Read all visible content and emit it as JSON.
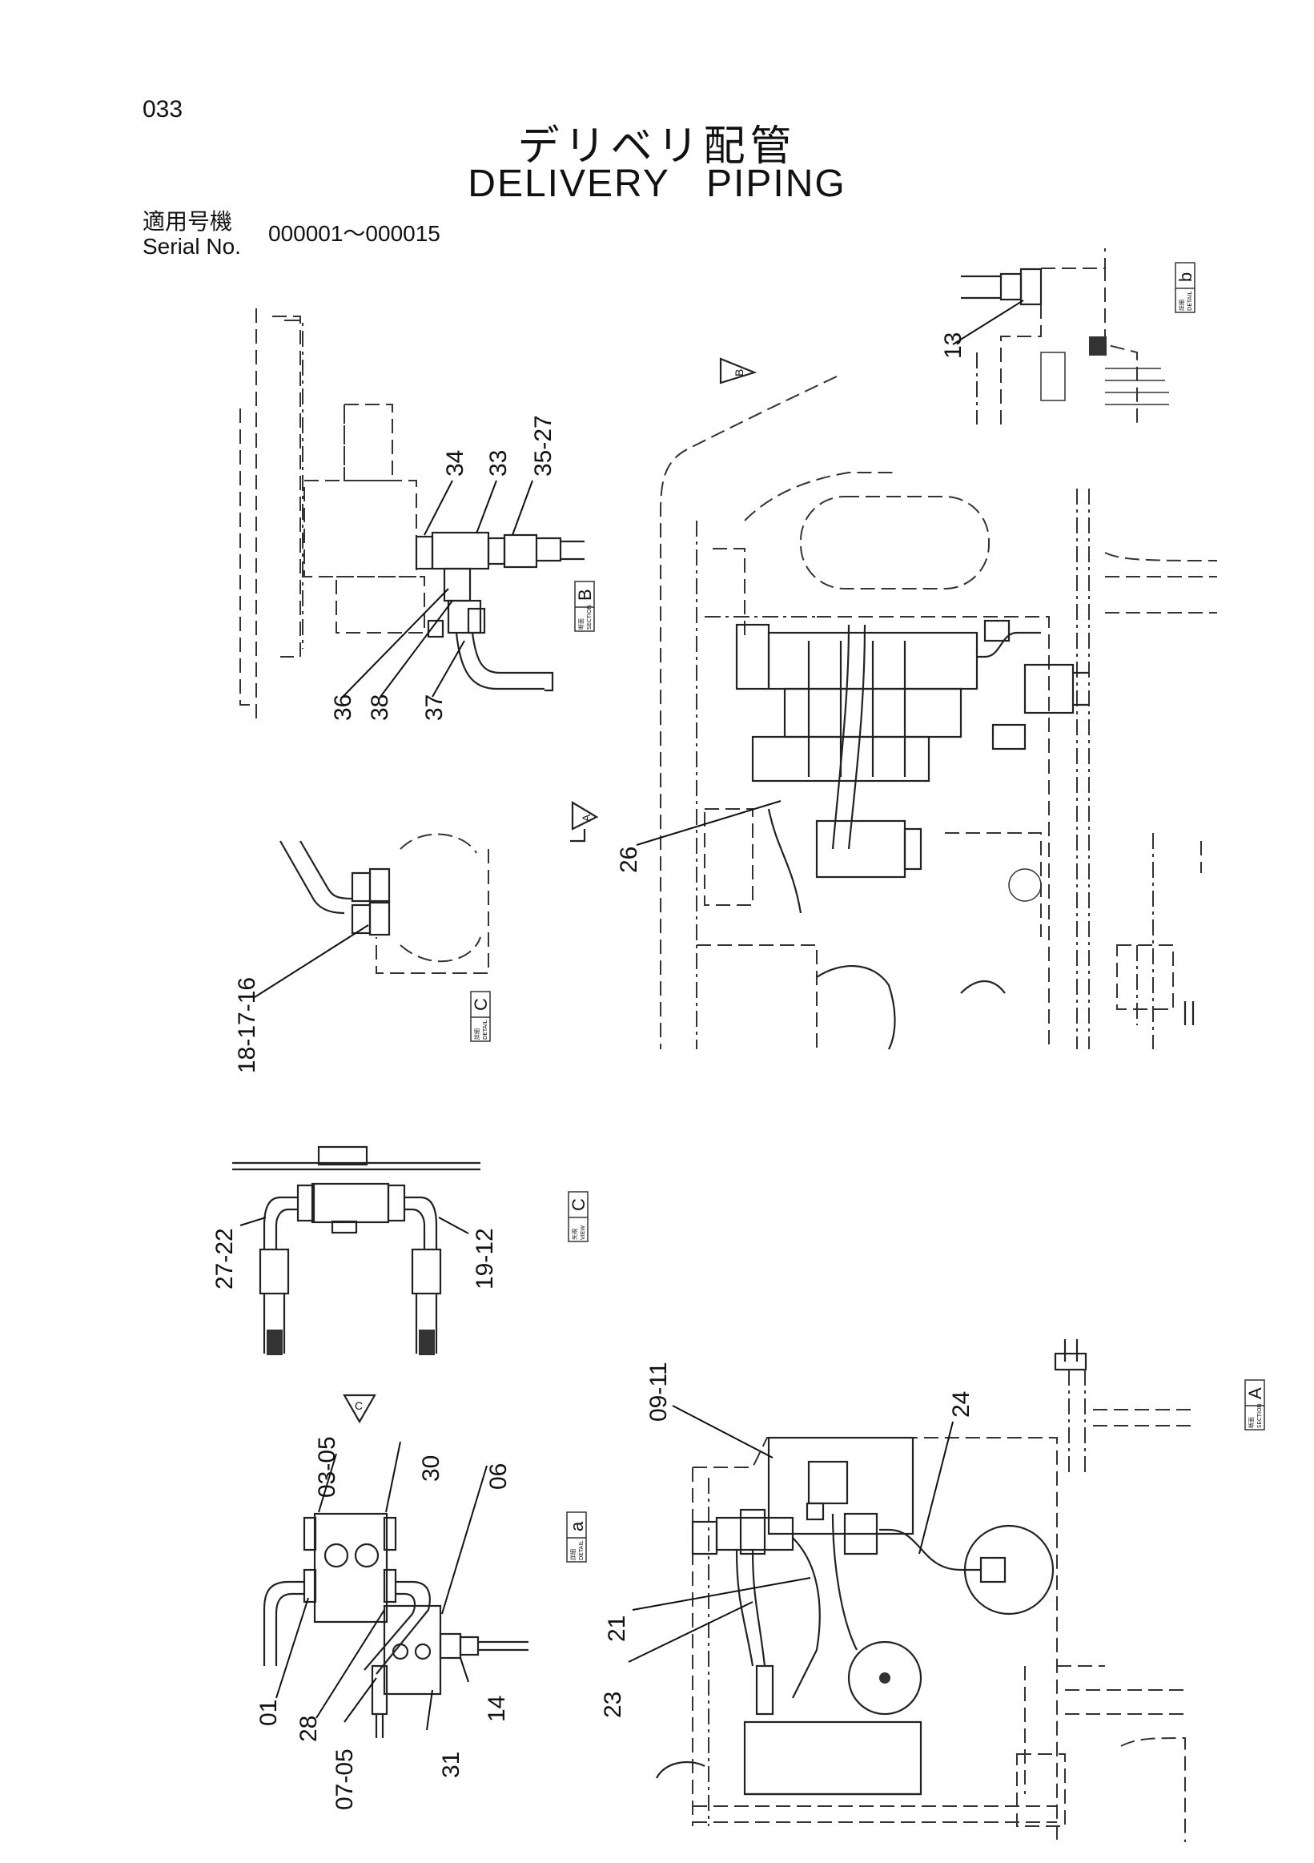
{
  "page_number": "033",
  "title_jp": "デリベリ配管",
  "title_en": "DELIVERY   PIPING",
  "serial_label_jp": "適用号機",
  "serial_label_en": "Serial No.",
  "serial_range": "000001～000015",
  "callouts": [
    "13",
    "34",
    "33",
    "35-27",
    "36",
    "38",
    "37",
    "26",
    "18-17-16",
    "27-22",
    "19-12",
    "09-11",
    "24",
    "03-05",
    "30",
    "06",
    "01",
    "28",
    "07-05",
    "31",
    "14",
    "21",
    "23"
  ],
  "view_tags": [
    {
      "jp": "詳細",
      "en": "DETAIL",
      "letter": "b"
    },
    {
      "jp": "断面",
      "en": "SECTION",
      "letter": "B"
    },
    {
      "jp": "詳細",
      "en": "DETAIL",
      "letter": "C"
    },
    {
      "jp": "矢視",
      "en": "VIEW",
      "letter": "C"
    },
    {
      "jp": "詳細",
      "en": "DETAIL",
      "letter": "a"
    },
    {
      "jp": "断面",
      "en": "SECTION",
      "letter": "A"
    }
  ],
  "arrow_markers": [
    "B",
    "A",
    "C"
  ]
}
